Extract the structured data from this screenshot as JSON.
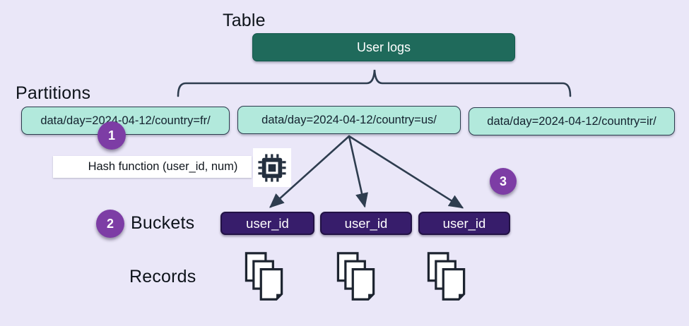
{
  "diagram": {
    "title": "Table",
    "table_node": {
      "label": "User logs"
    },
    "partitions": {
      "label": "Partitions",
      "items": [
        "data/day=2024-04-12/country=fr/",
        "data/day=2024-04-12/country=us/",
        "data/day=2024-04-12/country=ir/"
      ]
    },
    "hash_function": {
      "label": "Hash function (user_id, num)",
      "icon": "processor-chip-icon"
    },
    "buckets": {
      "label": "Buckets",
      "items": [
        "user_id",
        "user_id",
        "user_id"
      ]
    },
    "records": {
      "label": "Records",
      "stack_count": 3,
      "icon": "document-stack-icon"
    },
    "step_badges": [
      "1",
      "2",
      "3"
    ],
    "colors": {
      "background": "#eae7f8",
      "table_node_fill": "#1f6a5b",
      "partition_fill": "#b2e9dc",
      "bucket_fill": "#371d6b",
      "badge_fill": "#7d3da5",
      "ink": "#2e3d4f",
      "text_dark": "#0d131a",
      "text_light": "#ffffff"
    }
  }
}
